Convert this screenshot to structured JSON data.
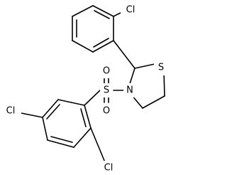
{
  "molecule": {
    "atoms": {
      "cl_top": "Cl",
      "s_ring": "S",
      "n_ring": "N",
      "s_sulfonyl": "S",
      "o_top": "O",
      "o_bottom": "O",
      "cl_left": "Cl",
      "cl_bottom": "Cl"
    },
    "colors": {
      "bond": "#000000",
      "label": "#000000",
      "background": "#ffffff"
    }
  }
}
